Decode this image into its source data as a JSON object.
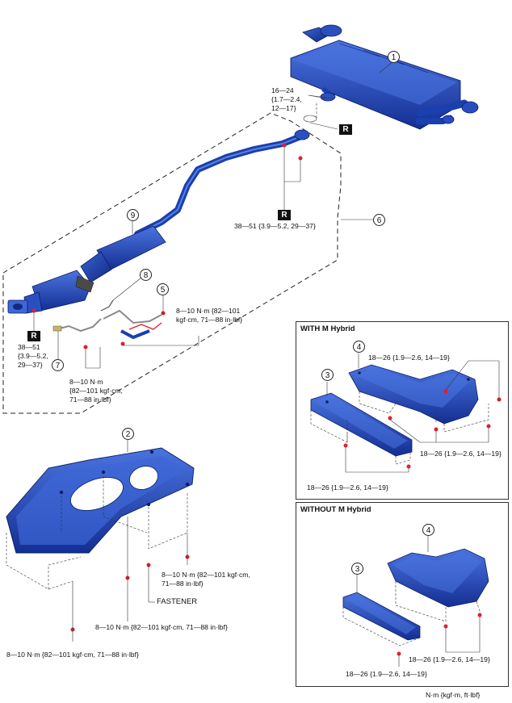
{
  "callouts": {
    "c1": "1",
    "c2": "2",
    "c3a": "3",
    "c3b": "3",
    "c4a": "4",
    "c4b": "4",
    "c5": "5",
    "c6": "6",
    "c7": "7",
    "c8": "8",
    "c9": "9"
  },
  "badges": {
    "r1": "R",
    "r2": "R",
    "r3": "R"
  },
  "torque": {
    "t_top_1": "16—24",
    "t_top_2": "{1.7—2.4,",
    "t_top_3": "12—17}",
    "t_mid": "38—51 {3.9—5.2, 29—37}",
    "t_left_1": "38—51",
    "t_left_2": "{3.9—5.2,",
    "t_left_3": "29—37}",
    "t_sensor5_1": "8—10 N·m {82—101",
    "t_sensor5_2": "kgf·cm, 71—88 in·lbf}",
    "t_sensor7_1": "8—10 N·m",
    "t_sensor7_2": "{82—101 kgf·cm,",
    "t_sensor7_3": "71—88 in·lbf}",
    "t_cover_a_1": "8—10 N·m {82—101 kgf·cm,",
    "t_cover_a_2": "71—88 in·lbf}",
    "t_cover_b": "8—10 N·m {82—101 kgf·cm, 71—88 in·lbf}",
    "t_cover_c": "8—10 N·m {82—101 kgf·cm, 71—88 in·lbf}",
    "fastener": "FASTENER",
    "mh_top": "18—26 {1.9—2.6, 14—19}",
    "mh_right": "18—26 {1.9—2.6, 14—19}",
    "mh_bottom": "18—26 {1.9—2.6, 14—19}",
    "nmh_right": "18—26 {1.9—2.6, 14—19}",
    "nmh_bottom": "18—26 {1.9—2.6, 14—19}"
  },
  "panels": {
    "with_title": "WITH M Hybrid",
    "without_title": "WITHOUT M Hybrid"
  },
  "units": "N·m {kgf·m, ft·lbf}",
  "colors": {
    "part": "#1a3fae",
    "part_dark": "#0f2a80",
    "part_light": "#3d66d6",
    "bolt": "#e0202a"
  }
}
